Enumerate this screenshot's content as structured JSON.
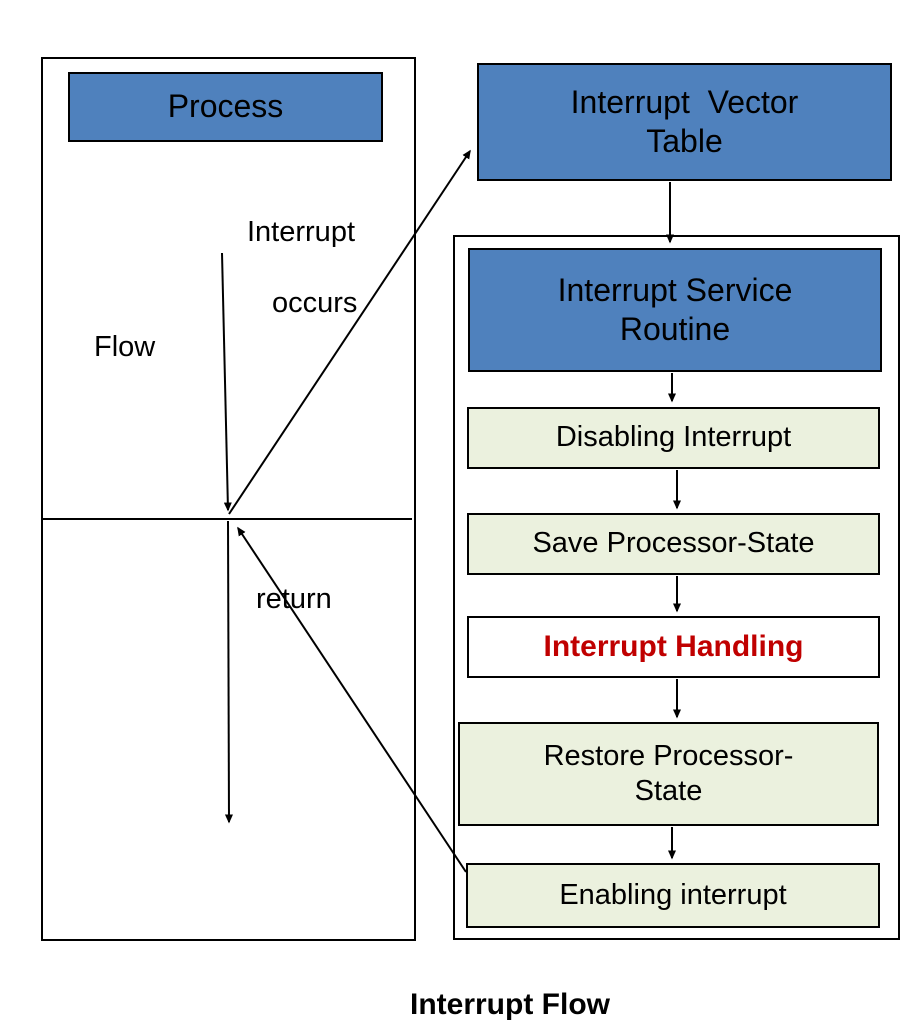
{
  "diagram_title": "Interrupt Flow",
  "colors": {
    "node_blue": "#4F81BD",
    "node_green": "#EBF1DE",
    "handling_red": "#C00000",
    "line_black": "#000000",
    "background": "#ffffff"
  },
  "left_panel": {
    "process_label": "Process",
    "interrupt_label": "Interrupt",
    "occurs_label": "occurs",
    "flow_label": "Flow",
    "return_label": "return"
  },
  "right_panel": {
    "vector_table": {
      "line1": "Interrupt  Vector",
      "line2": "Table"
    },
    "isr": {
      "line1": "Interrupt Service",
      "line2": "Routine"
    },
    "steps": {
      "disabling": "Disabling Interrupt",
      "save": "Save Processor-State",
      "handling": "Interrupt Handling",
      "restore_line1": "Restore Processor-",
      "restore_line2": "State",
      "enabling": "Enabling interrupt"
    }
  }
}
